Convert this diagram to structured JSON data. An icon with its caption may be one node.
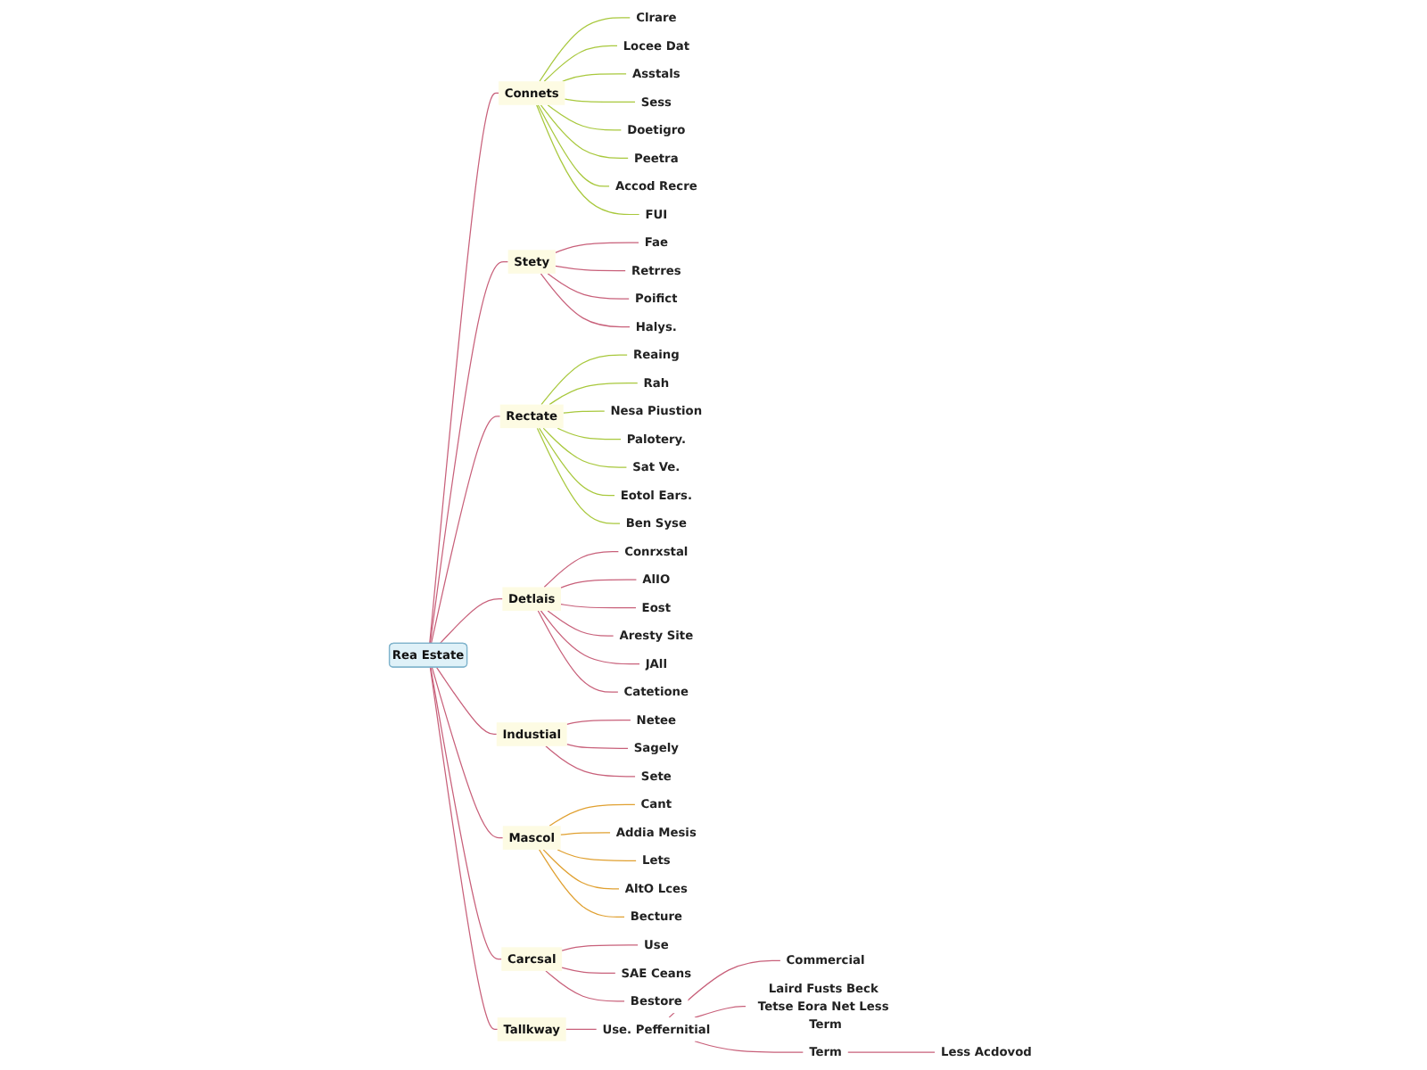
{
  "diagram": {
    "nodes": [
      {
        "text": [
          "Rea Estate"
        ]
      },
      {
        "text": [
          "Connets"
        ]
      },
      {
        "text": [
          "Clrare"
        ]
      },
      {
        "text": [
          "Locee Dat"
        ]
      },
      {
        "text": [
          "Asstals"
        ]
      },
      {
        "text": [
          "Sess"
        ]
      },
      {
        "text": [
          "Doetigro"
        ]
      },
      {
        "text": [
          "Peetra"
        ]
      },
      {
        "text": [
          "Accod Recre"
        ]
      },
      {
        "text": [
          "FUI"
        ]
      },
      {
        "text": [
          "Stety"
        ]
      },
      {
        "text": [
          "Fae"
        ]
      },
      {
        "text": [
          "Retrres"
        ]
      },
      {
        "text": [
          "Poifict"
        ]
      },
      {
        "text": [
          "Halys."
        ]
      },
      {
        "text": [
          "Rectate"
        ]
      },
      {
        "text": [
          "Reaing"
        ]
      },
      {
        "text": [
          "Rah"
        ]
      },
      {
        "text": [
          "Nesa Piustion"
        ]
      },
      {
        "text": [
          "Palotery."
        ]
      },
      {
        "text": [
          "Sat Ve."
        ]
      },
      {
        "text": [
          "Eotol Ears."
        ]
      },
      {
        "text": [
          "Ben Syse"
        ]
      },
      {
        "text": [
          "Detlais"
        ]
      },
      {
        "text": [
          "Conrxstal"
        ]
      },
      {
        "text": [
          "AlIO"
        ]
      },
      {
        "text": [
          "Eost"
        ]
      },
      {
        "text": [
          "Aresty Site"
        ]
      },
      {
        "text": [
          "JAll"
        ]
      },
      {
        "text": [
          "Catetione"
        ]
      },
      {
        "text": [
          "Industial"
        ]
      },
      {
        "text": [
          "Netee"
        ]
      },
      {
        "text": [
          "Sagely"
        ]
      },
      {
        "text": [
          "Sete"
        ]
      },
      {
        "text": [
          "Mascol"
        ]
      },
      {
        "text": [
          "Cant"
        ]
      },
      {
        "text": [
          "Addia Mesis"
        ]
      },
      {
        "text": [
          "Lets"
        ]
      },
      {
        "text": [
          "AltO Lces"
        ]
      },
      {
        "text": [
          "Becture"
        ]
      },
      {
        "text": [
          "Carcsal"
        ]
      },
      {
        "text": [
          "Use"
        ]
      },
      {
        "text": [
          "SAE Ceans"
        ]
      },
      {
        "text": [
          "Bestore"
        ]
      },
      {
        "text": [
          "Tallkway"
        ]
      },
      {
        "text": [
          "Use. Peffernitial"
        ]
      },
      {
        "text": [
          "Commercial"
        ]
      },
      {
        "text": [
          "Laird Fusts Beck Tetse Eora Net Less Term"
        ]
      },
      {
        "text": [
          "Term"
        ]
      },
      {
        "text": [
          "Less Acdovod"
        ]
      }
    ],
    "edges": [
      {
        "from": 0,
        "to": 1,
        "arrow": "none"
      },
      {
        "from": 1,
        "to": 2,
        "arrow": "none",
        "color": "#a8c83c"
      },
      {
        "from": 1,
        "to": 3,
        "arrow": "none",
        "color": "#a8c83c"
      },
      {
        "from": 1,
        "to": 4,
        "arrow": "none",
        "color": "#a8c83c"
      },
      {
        "from": 1,
        "to": 5,
        "arrow": "none",
        "color": "#a8c83c"
      },
      {
        "from": 1,
        "to": 6,
        "arrow": "none",
        "color": "#a8c83c"
      },
      {
        "from": 1,
        "to": 7,
        "arrow": "none",
        "color": "#a8c83c"
      },
      {
        "from": 1,
        "to": 8,
        "arrow": "none",
        "color": "#a8c83c"
      },
      {
        "from": 1,
        "to": 9,
        "arrow": "none",
        "color": "#a8c83c"
      },
      {
        "from": 0,
        "to": 10,
        "arrow": "none"
      },
      {
        "from": 10,
        "to": 11,
        "arrow": "none"
      },
      {
        "from": 10,
        "to": 12,
        "arrow": "none"
      },
      {
        "from": 10,
        "to": 13,
        "arrow": "none"
      },
      {
        "from": 10,
        "to": 14,
        "arrow": "none"
      },
      {
        "from": 0,
        "to": 15,
        "arrow": "none"
      },
      {
        "from": 15,
        "to": 16,
        "arrow": "none",
        "color": "#a8c83c"
      },
      {
        "from": 15,
        "to": 17,
        "arrow": "none",
        "color": "#a8c83c"
      },
      {
        "from": 15,
        "to": 18,
        "arrow": "none",
        "color": "#a8c83c"
      },
      {
        "from": 15,
        "to": 19,
        "arrow": "none",
        "color": "#a8c83c"
      },
      {
        "from": 15,
        "to": 20,
        "arrow": "none",
        "color": "#a8c83c"
      },
      {
        "from": 15,
        "to": 21,
        "arrow": "none",
        "color": "#a8c83c"
      },
      {
        "from": 15,
        "to": 22,
        "arrow": "none",
        "color": "#a8c83c"
      },
      {
        "from": 0,
        "to": 23,
        "arrow": "none"
      },
      {
        "from": 23,
        "to": 24,
        "arrow": "none"
      },
      {
        "from": 23,
        "to": 25,
        "arrow": "none"
      },
      {
        "from": 23,
        "to": 26,
        "arrow": "none"
      },
      {
        "from": 23,
        "to": 27,
        "arrow": "none"
      },
      {
        "from": 23,
        "to": 28,
        "arrow": "none"
      },
      {
        "from": 23,
        "to": 29,
        "arrow": "none"
      },
      {
        "from": 0,
        "to": 30,
        "arrow": "none"
      },
      {
        "from": 30,
        "to": 31,
        "arrow": "none"
      },
      {
        "from": 30,
        "to": 32,
        "arrow": "none"
      },
      {
        "from": 30,
        "to": 33,
        "arrow": "none"
      },
      {
        "from": 0,
        "to": 34,
        "arrow": "none"
      },
      {
        "from": 34,
        "to": 35,
        "arrow": "none",
        "color": "#e0a030"
      },
      {
        "from": 34,
        "to": 36,
        "arrow": "none",
        "color": "#e0a030"
      },
      {
        "from": 34,
        "to": 37,
        "arrow": "none",
        "color": "#e0a030"
      },
      {
        "from": 34,
        "to": 38,
        "arrow": "none",
        "color": "#e0a030"
      },
      {
        "from": 34,
        "to": 39,
        "arrow": "none",
        "color": "#e0a030"
      },
      {
        "from": 0,
        "to": 40,
        "arrow": "none"
      },
      {
        "from": 40,
        "to": 41,
        "arrow": "none"
      },
      {
        "from": 40,
        "to": 42,
        "arrow": "none"
      },
      {
        "from": 40,
        "to": 43,
        "arrow": "none"
      },
      {
        "from": 0,
        "to": 44,
        "arrow": "none"
      },
      {
        "from": 44,
        "to": 45,
        "arrow": "none"
      },
      {
        "from": 45,
        "to": 46,
        "arrow": "none"
      },
      {
        "from": 45,
        "to": 47,
        "arrow": "none"
      },
      {
        "from": 45,
        "to": 48,
        "arrow": "none"
      },
      {
        "from": 48,
        "to": 49,
        "arrow": "none"
      }
    ]
  }
}
